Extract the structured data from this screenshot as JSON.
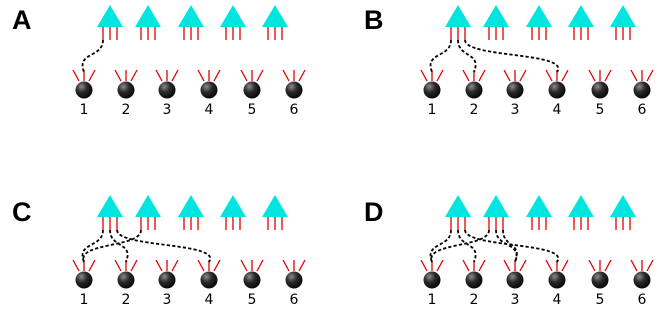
{
  "panels": [
    {
      "label": "A",
      "neuron_labels": [
        "1",
        "2",
        "3",
        "4",
        "5",
        "6"
      ]
    },
    {
      "label": "B",
      "neuron_labels": [
        "1",
        "2",
        "3",
        "4",
        "5",
        "6"
      ]
    },
    {
      "label": "C",
      "neuron_labels": [
        "1",
        "2",
        "3",
        "4",
        "5",
        "6"
      ]
    },
    {
      "label": "D",
      "neuron_labels": [
        "1",
        "2",
        "3",
        "4",
        "5",
        "6"
      ]
    }
  ],
  "colors": {
    "triangle": "#00e5e0",
    "ticks": "#e00000",
    "ball_light": "#8a8a8a",
    "ball_dark": "#050505",
    "wire": "#000000"
  },
  "connections": {
    "A": [
      {
        "input": 1,
        "pin": 1,
        "target": 1
      }
    ],
    "B": [
      {
        "input": 1,
        "pin": 1,
        "target": 1
      },
      {
        "input": 1,
        "pin": 2,
        "target": 2
      },
      {
        "input": 1,
        "pin": 3,
        "target": 4
      }
    ],
    "C": [
      {
        "input": 1,
        "pin": 1,
        "target": 1
      },
      {
        "input": 1,
        "pin": 2,
        "target": 2
      },
      {
        "input": 1,
        "pin": 3,
        "target": 4
      },
      {
        "input": 2,
        "pin": 1,
        "target": 1
      }
    ],
    "D": [
      {
        "input": 1,
        "pin": 1,
        "target": 1
      },
      {
        "input": 1,
        "pin": 2,
        "target": 2
      },
      {
        "input": 1,
        "pin": 3,
        "target": 4
      },
      {
        "input": 2,
        "pin": 1,
        "target": 1
      },
      {
        "input": 2,
        "pin": 2,
        "target": 3
      },
      {
        "input": 2,
        "pin": 3,
        "target": 3
      }
    ]
  }
}
